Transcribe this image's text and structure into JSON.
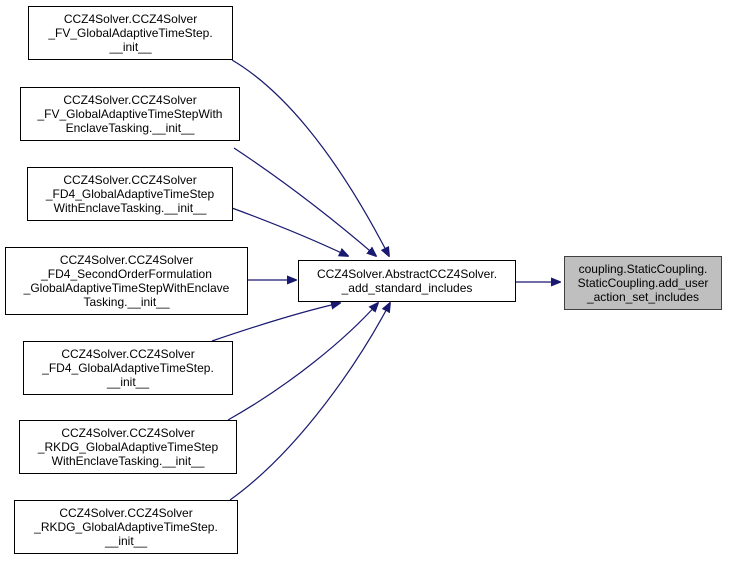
{
  "graph": {
    "colors": {
      "edge": "#191970",
      "target_fill": "#bfbfbf"
    },
    "callers": [
      {
        "lines": [
          "CCZ4Solver.CCZ4Solver",
          "_FV_GlobalAdaptiveTimeStep.",
          "__init__"
        ]
      },
      {
        "lines": [
          "CCZ4Solver.CCZ4Solver",
          "_FV_GlobalAdaptiveTimeStepWith",
          "EnclaveTasking.__init__"
        ]
      },
      {
        "lines": [
          "CCZ4Solver.CCZ4Solver",
          "_FD4_GlobalAdaptiveTimeStep",
          "WithEnclaveTasking.__init__"
        ]
      },
      {
        "lines": [
          "CCZ4Solver.CCZ4Solver",
          "_FD4_SecondOrderFormulation",
          "_GlobalAdaptiveTimeStepWithEnclave",
          "Tasking.__init__"
        ]
      },
      {
        "lines": [
          "CCZ4Solver.CCZ4Solver",
          "_FD4_GlobalAdaptiveTimeStep.",
          "__init__"
        ]
      },
      {
        "lines": [
          "CCZ4Solver.CCZ4Solver",
          "_RKDG_GlobalAdaptiveTimeStep",
          "WithEnclaveTasking.__init__"
        ]
      },
      {
        "lines": [
          "CCZ4Solver.CCZ4Solver",
          "_RKDG_GlobalAdaptiveTimeStep.",
          "__init__"
        ]
      }
    ],
    "center": {
      "lines": [
        "CCZ4Solver.AbstractCCZ4Solver.",
        "_add_standard_includes"
      ]
    },
    "target": {
      "lines": [
        "coupling.StaticCoupling.",
        "StaticCoupling.add_user",
        "_action_set_includes"
      ]
    }
  }
}
